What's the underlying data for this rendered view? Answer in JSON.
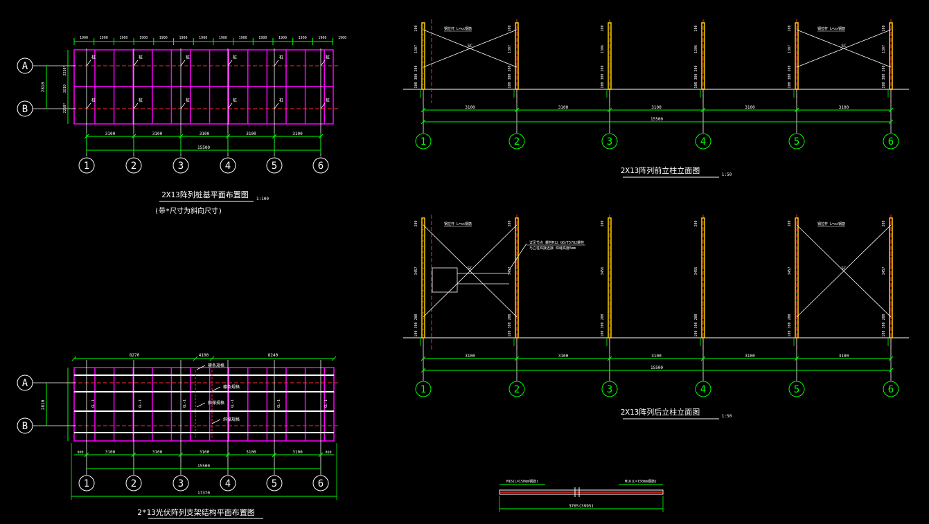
{
  "colors": {
    "background": "#000000",
    "axis": "#ffffff",
    "dim": "#00ff00",
    "center": "#ff2b2b",
    "beam": "#ff00ff",
    "column": "#ffd000",
    "label": "#ffffff"
  },
  "plan1": {
    "title": "2X13阵列桩基平面布置图",
    "scale": "1:100",
    "note": "(带*尺寸为斜向尺寸)",
    "rows": [
      "A",
      "B"
    ],
    "cols": [
      "1",
      "2",
      "3",
      "4",
      "5",
      "6"
    ],
    "pile_label": "桩",
    "spacing": "3100",
    "total": "15500",
    "row_spacing": "2810",
    "side_dims": [
      "2250*",
      "2810",
      "2250*"
    ]
  },
  "plan2": {
    "title": "2*13光伏阵列支架结构平面布置图",
    "rows": [
      "A",
      "B"
    ],
    "cols": [
      "1",
      "2",
      "3",
      "4",
      "5",
      "6"
    ],
    "spacing": "3100",
    "total": "15500",
    "overall": "17370",
    "row_spacing": "2810",
    "top_dims": [
      "8270",
      "4100",
      "8240"
    ],
    "member_labels": [
      "檩条规格",
      "檩条规格",
      "斜撑规格",
      "斜撑规格"
    ],
    "beam_label": "GL-1",
    "edge_dims": [
      "900",
      "860"
    ]
  },
  "elev_front": {
    "title": "2X13阵列前立柱立面图",
    "scale": "1:50",
    "cols": [
      "1",
      "2",
      "3",
      "4",
      "5",
      "6"
    ],
    "spacing": "3100",
    "total": "15500",
    "brace_label": "SC",
    "brace_note": "钢拉杆 L=xx钢筋",
    "height": "1307",
    "height_mid": "1306",
    "foot_dims": [
      "100 300",
      "200"
    ]
  },
  "elev_rear": {
    "title": "2X13阵列后立柱立面图",
    "scale": "1:50",
    "cols": [
      "1",
      "2",
      "3",
      "4",
      "5",
      "6"
    ],
    "spacing": "3100",
    "total": "15500",
    "brace_label": "SC",
    "brace_note": "钢拉杆 L=xx钢筋",
    "callout": "详见节点 螺栓M12 GB/T5782螺栓",
    "callout2": "与立柱焊接连接 焊缝高度6mm",
    "height": "3457",
    "height_mid": "3456"
  },
  "detail": {
    "left_label": "M16(L=150mm钢筋)",
    "right_label": "M16(L=150mm钢筋)",
    "total": "3765(3995)"
  }
}
